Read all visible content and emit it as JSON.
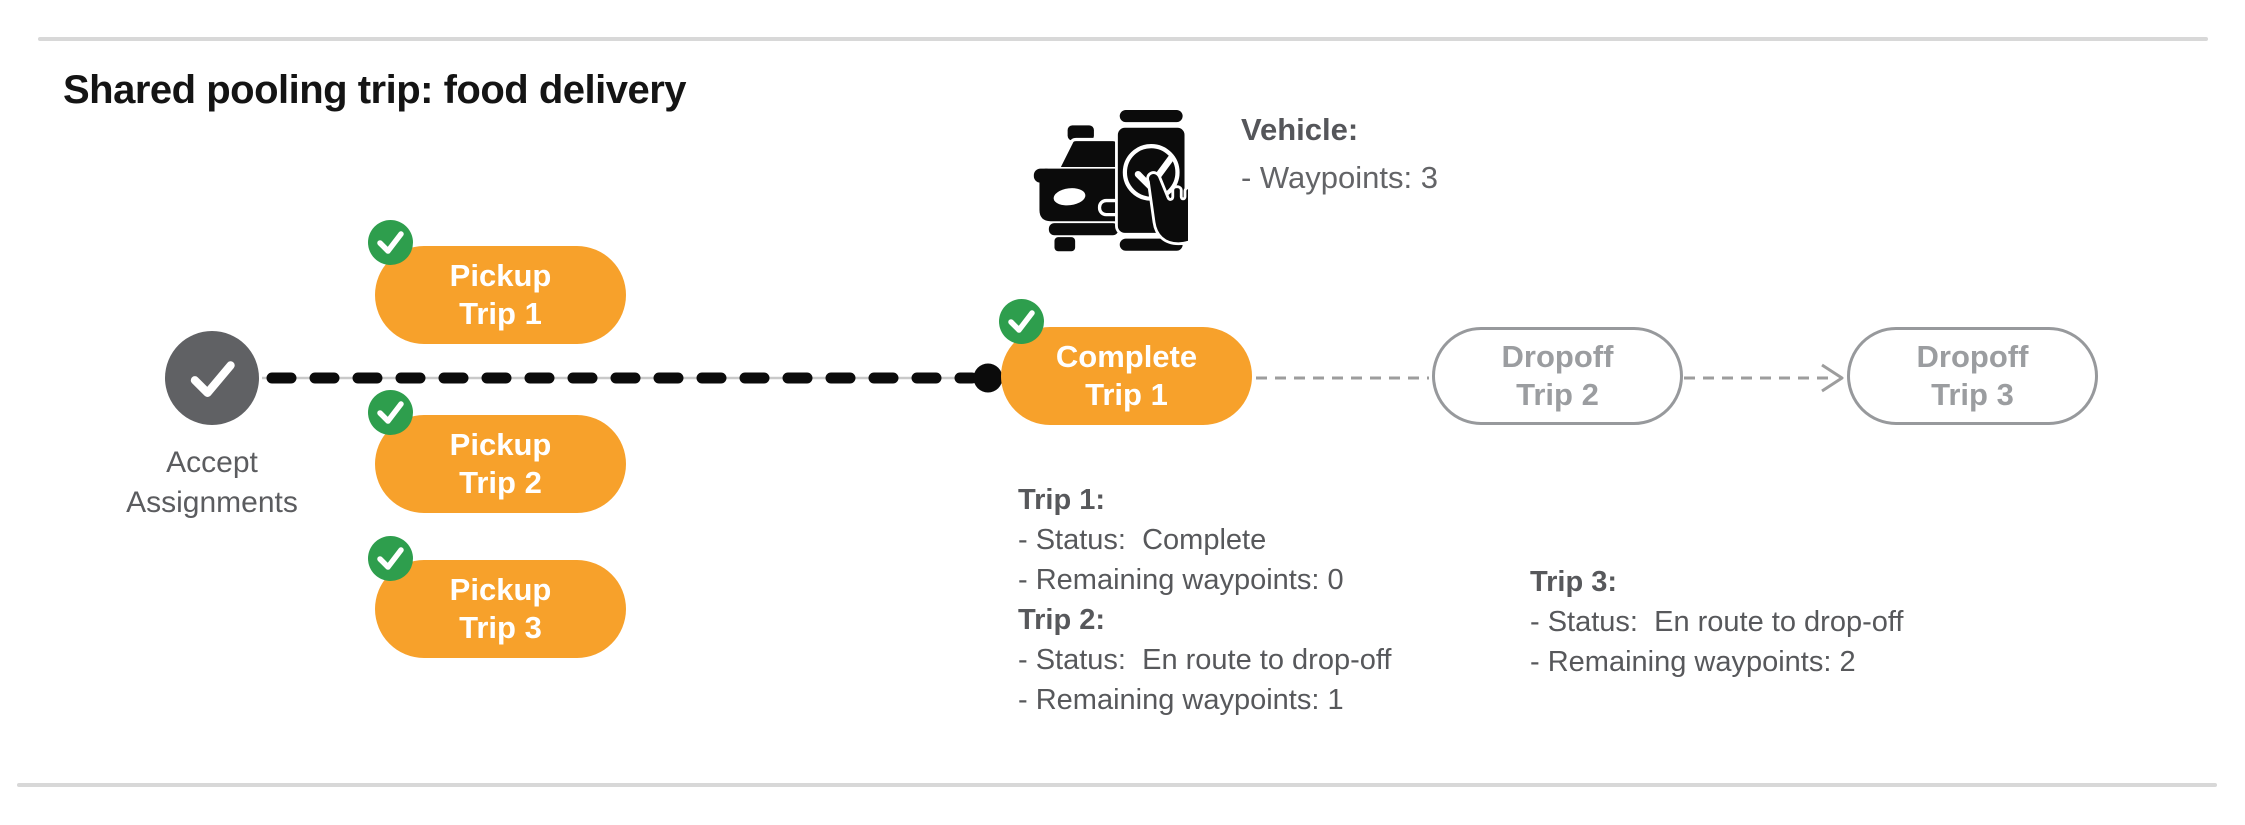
{
  "page": {
    "title": "Shared pooling trip: food delivery"
  },
  "vehicle": {
    "icon": "car-phone-check-icon",
    "label": "Vehicle:",
    "waypoints_line": "- Waypoints: 3"
  },
  "flow": {
    "accept": {
      "icon": "check-icon",
      "label_line1": "Accept",
      "label_line2": "Assignments"
    },
    "pickup_trips": [
      {
        "badge_icon": "check-badge-icon",
        "line1": "Pickup",
        "line2": "Trip 1"
      },
      {
        "badge_icon": "check-badge-icon",
        "line1": "Pickup",
        "line2": "Trip 2"
      },
      {
        "badge_icon": "check-badge-icon",
        "line1": "Pickup",
        "line2": "Trip 3"
      }
    ],
    "complete_trip": {
      "badge_icon": "check-badge-icon",
      "line1": "Complete",
      "line2": "Trip 1"
    },
    "dropoff_trips": [
      {
        "line1": "Dropoff",
        "line2": "Trip 2"
      },
      {
        "line1": "Dropoff",
        "line2": "Trip 3"
      }
    ]
  },
  "trip_status": [
    {
      "title": "Trip 1:",
      "status_line": "- Status:  Complete",
      "waypoints_line": "- Remaining waypoints: 0"
    },
    {
      "title": "Trip 2:",
      "status_line": "- Status:  En route to drop-off",
      "waypoints_line": "- Remaining waypoints: 1"
    },
    {
      "title": "Trip 3:",
      "status_line": "- Status:  En route to drop-off",
      "waypoints_line": "- Remaining waypoints: 2"
    }
  ],
  "colors": {
    "orange": "#F7A12B",
    "green": "#2E9E4D",
    "gray_node": "#606164",
    "text_dark": "#58595B",
    "text_muted": "#9B9DA0",
    "outline_gray": "#97999C",
    "divider": "#D8D8D8",
    "black": "#0B0B0B"
  }
}
